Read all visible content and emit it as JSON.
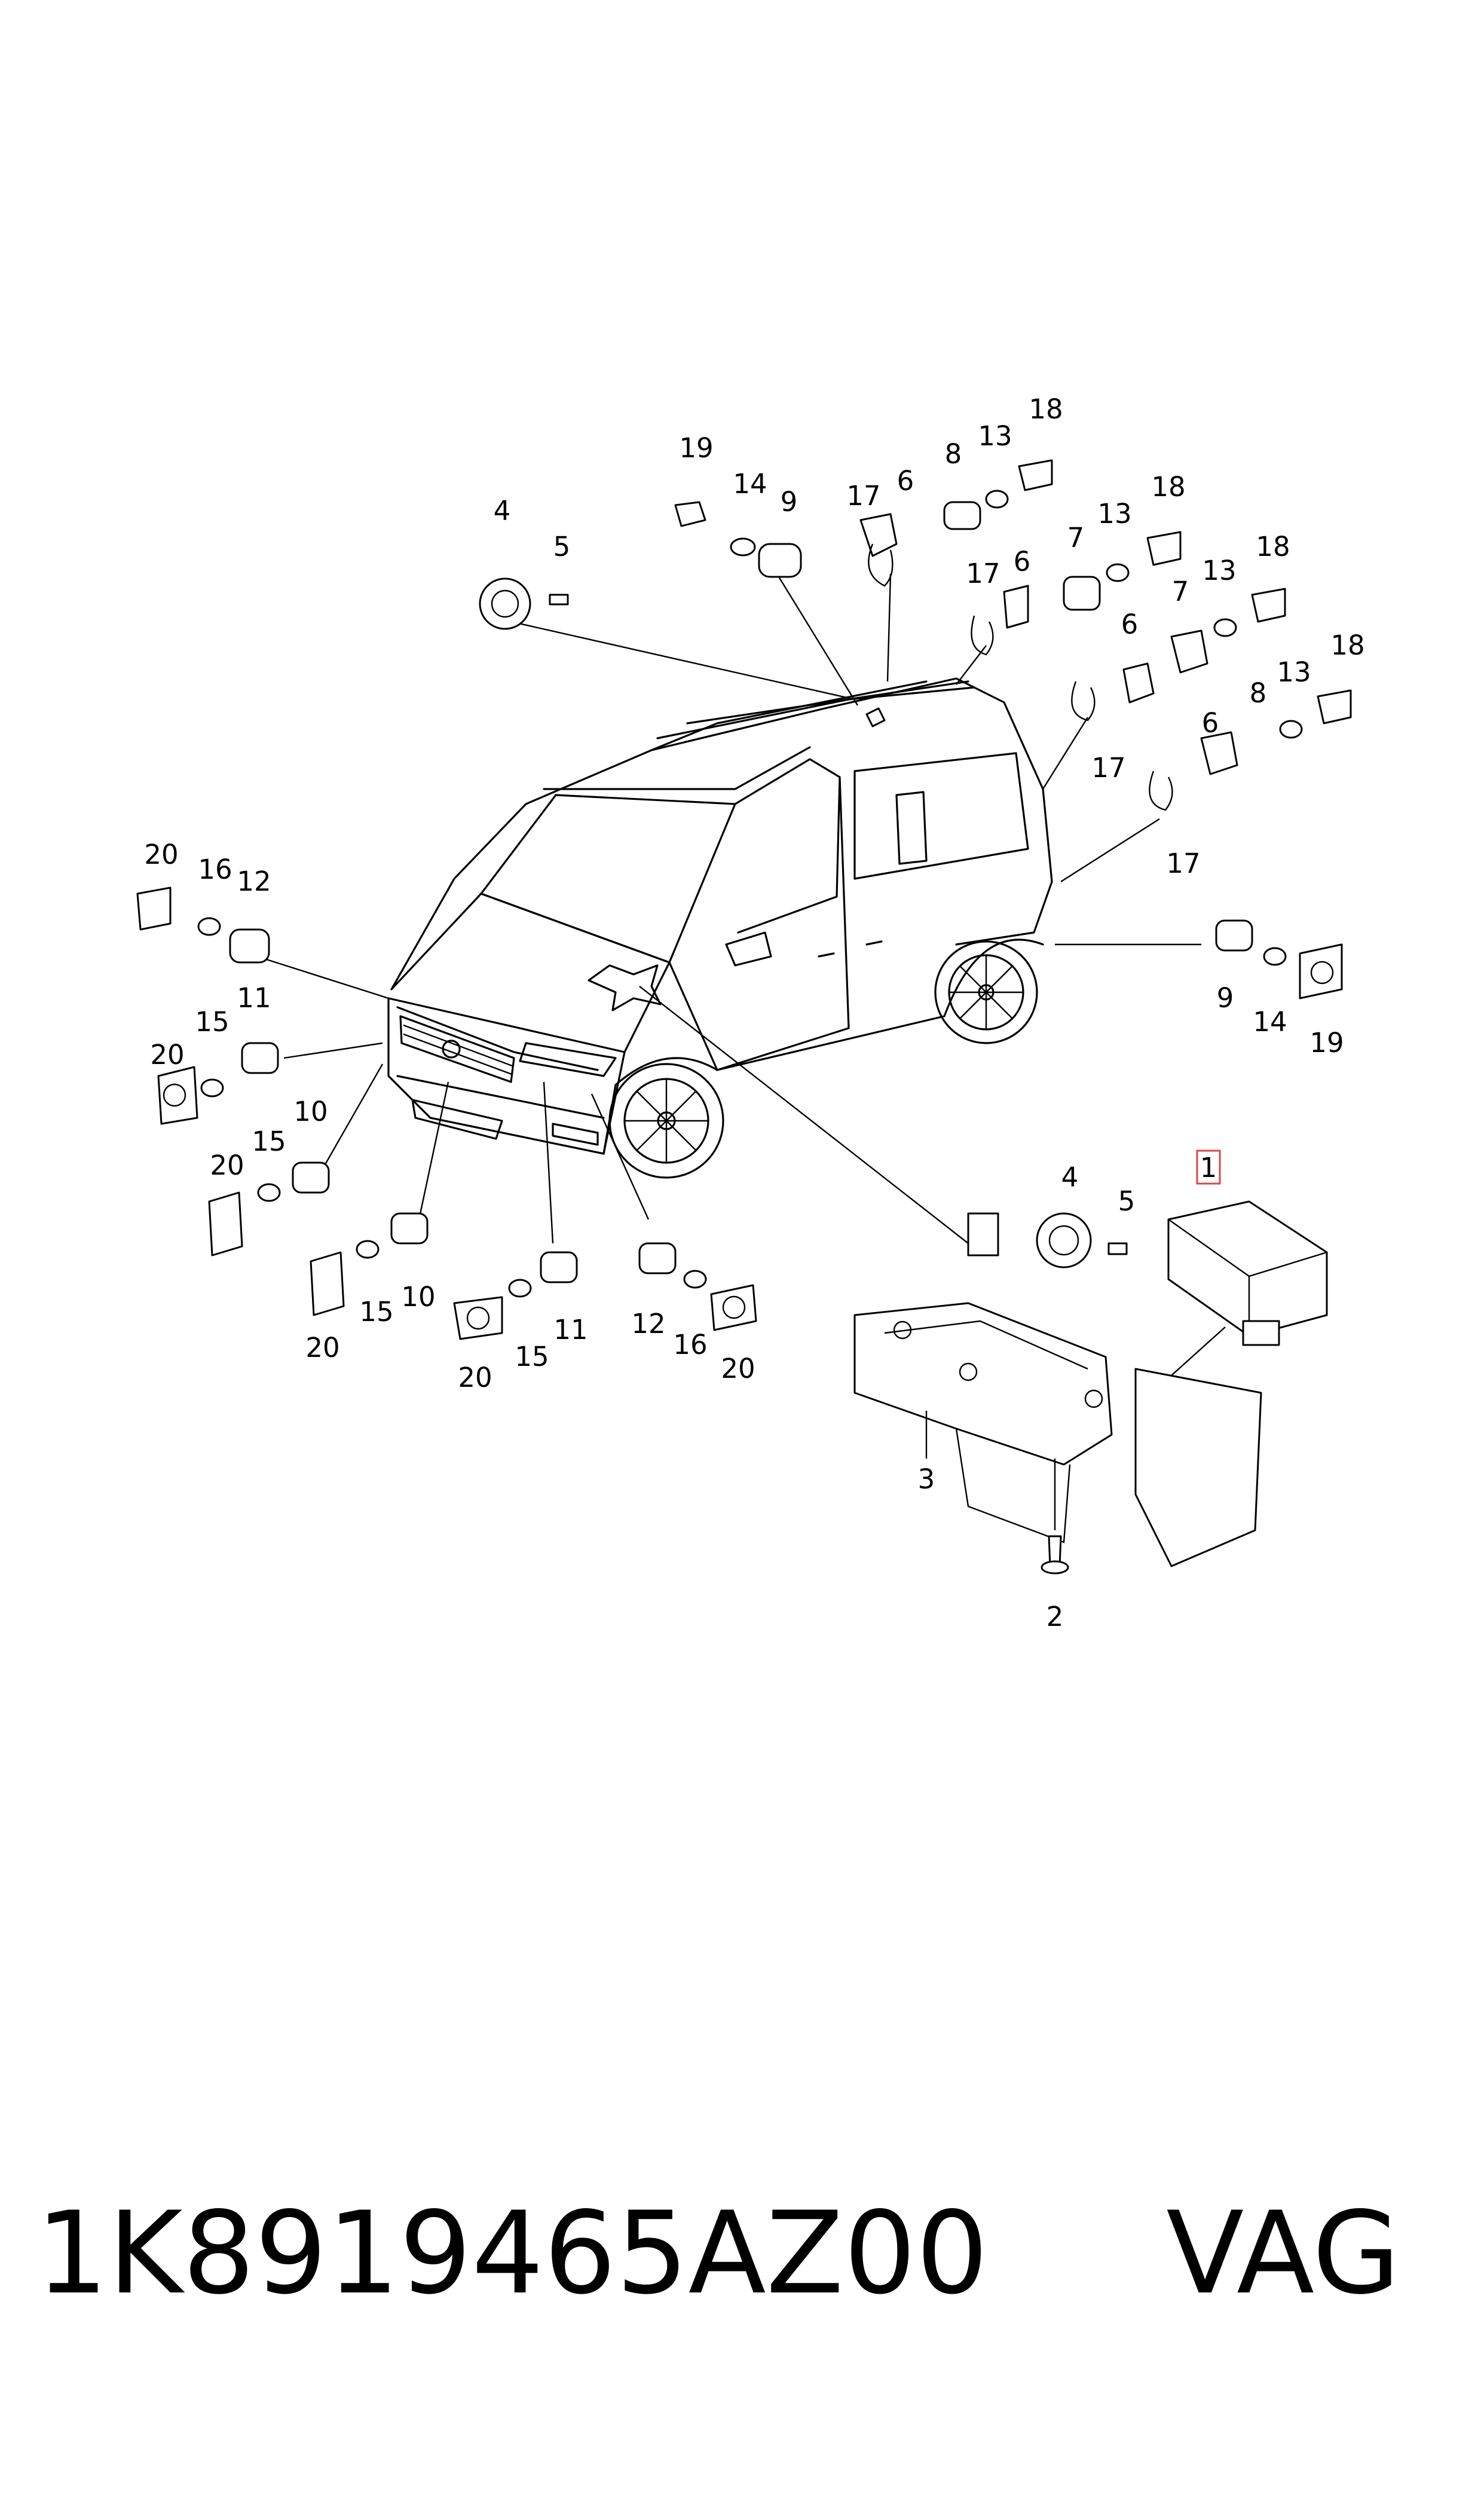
{
  "diagram": {
    "callouts": [
      "1",
      "2",
      "3",
      "4",
      "5",
      "6",
      "7",
      "8",
      "9",
      "10",
      "11",
      "12",
      "13",
      "14",
      "15",
      "16",
      "17",
      "18",
      "19",
      "20"
    ],
    "highlighted_callout": "1"
  },
  "footer": {
    "part_number": "1K8919465AZ00",
    "brand": "VAG"
  }
}
